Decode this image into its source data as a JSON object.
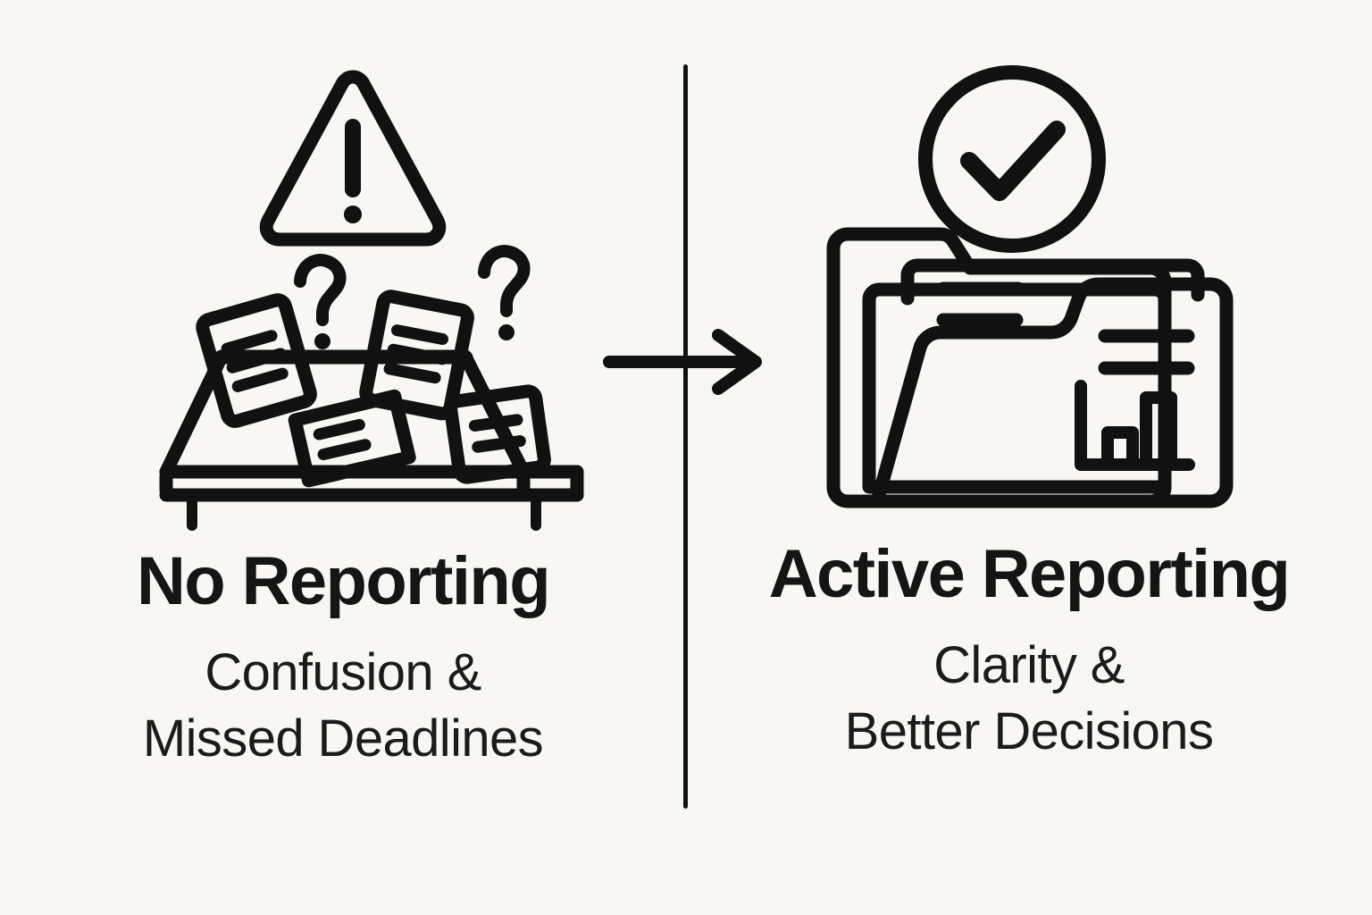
{
  "meta": {
    "background_color": "#F8F7F4",
    "ink_color": "#111111",
    "layout": "two-panel comparison separated by a vertical divider with a left-to-right arrow"
  },
  "divider": {
    "name": "vertical-divider",
    "color": "#111111"
  },
  "arrow": {
    "name": "right-arrow",
    "direction": "right",
    "color": "#111111"
  },
  "left": {
    "title": "No Reporting",
    "subtitle_lines": [
      "Confusion &",
      "Missed Deadlines"
    ],
    "illustration": {
      "name": "messy-desk-with-warning",
      "icons": [
        "warning-triangle-icon",
        "question-mark-icon",
        "question-mark-icon",
        "scattered-paper-icon",
        "scattered-paper-icon",
        "scattered-paper-icon",
        "scattered-paper-icon",
        "desk-icon"
      ]
    }
  },
  "right": {
    "title": "Active Reporting",
    "subtitle_lines": [
      "Clarity &",
      "Better Decisions"
    ],
    "illustration": {
      "name": "organized-folder-with-check",
      "icons": [
        "check-circle-icon",
        "folder-icon",
        "document-icon",
        "bar-chart-icon"
      ]
    }
  }
}
